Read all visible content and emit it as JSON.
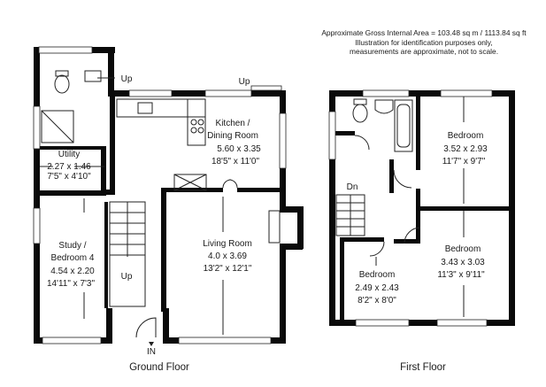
{
  "notes": {
    "line1": "Approximate Gross Internal Area = 103.48 sq m / 1113.84 sq ft",
    "line2": "Illustration for identification purposes only,",
    "line3": "measurements are approximate, not to scale."
  },
  "floors": {
    "ground": {
      "title": "Ground Floor"
    },
    "first": {
      "title": "First Floor"
    }
  },
  "rooms": {
    "kitchen": {
      "name1": "Kitchen /",
      "name2": "Dining Room",
      "metric": "5.60 x 3.35",
      "imperial": "18'5\" x 11'0\""
    },
    "utility": {
      "name": "Utility",
      "metric": "2.27 x 1.46",
      "imperial": "7'5\" x 4'10\""
    },
    "study": {
      "name1": "Study /",
      "name2": "Bedroom 4",
      "metric": "4.54 x 2.20",
      "imperial": "14'11\" x 7'3\""
    },
    "living": {
      "name": "Living Room",
      "metric": "4.0 x 3.69",
      "imperial": "13'2\" x 12'1\""
    },
    "bedroom1": {
      "name": "Bedroom",
      "metric": "3.52 x 2.93",
      "imperial": "11'7\" x 9'7\""
    },
    "bedroom2": {
      "name": "Bedroom",
      "metric": "3.43 x 3.03",
      "imperial": "11'3\" x 9'11\""
    },
    "bedroom3": {
      "name": "Bedroom",
      "metric": "2.49 x 2.43",
      "imperial": "8'2\" x 8'0\""
    }
  },
  "markers": {
    "up_utility": "Up",
    "up_kitchen": "Up",
    "up_stairs": "Up",
    "dn_stairs": "Dn",
    "entrance": "IN"
  }
}
